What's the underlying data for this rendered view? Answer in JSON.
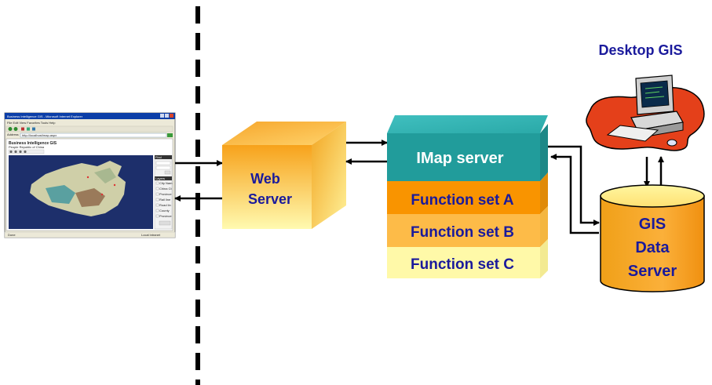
{
  "web_server": {
    "line1": "Web",
    "line2": "Server"
  },
  "imap": {
    "title": "IMap server"
  },
  "function_sets": [
    {
      "label": "Function set A"
    },
    {
      "label": "Function set B"
    },
    {
      "label": "Function set C"
    }
  ],
  "desktop": {
    "title": "Desktop GIS"
  },
  "data_server": {
    "line1": "GIS",
    "line2": "Data",
    "line3": "Server"
  },
  "browser": {
    "window_title": "Business Intelligence GIS - Microsoft Internet Explorer",
    "menu": "File  Edit  View  Favorites  Tools  Help",
    "address_label": "Address",
    "address_value": "http://localhost/map.aspx",
    "page_title": "Business Intelligence GIS",
    "page_subtitle": "People Republic of China",
    "panel_find": "Find",
    "layers_title": "Layers",
    "layers": [
      "City Nam",
      "China Ct",
      "Province",
      "Rail line",
      "Road lin",
      "County",
      "Province"
    ],
    "status_left": "Done",
    "status_right": "Local intranet"
  },
  "colors": {
    "label_blue": "#1a1a9c",
    "teal": "#1f9a99",
    "orange": "#f99400",
    "light_yellow": "#fff9a8"
  }
}
